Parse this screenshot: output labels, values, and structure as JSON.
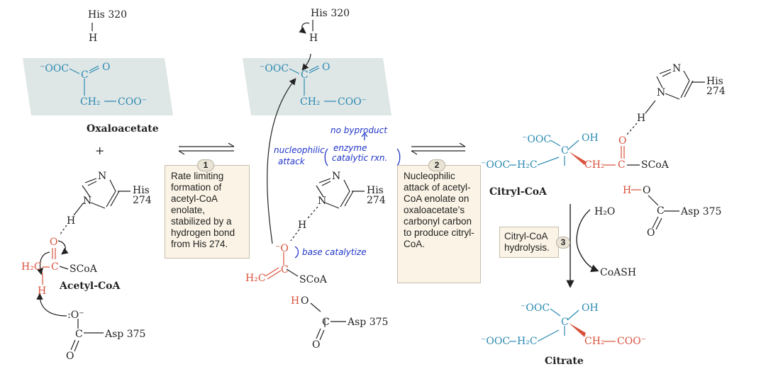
{
  "colors": {
    "blue": "#2a8ab0",
    "red": "#d9503a",
    "handwriting": "#1f35c8",
    "plane": "#dfe6e6",
    "box": "#fbf4e6"
  },
  "his320": {
    "label": "His 320",
    "h": "H"
  },
  "oxaloacetate": {
    "left": {
      "name": "Oxaloacetate",
      "ooc": "⁻OOC",
      "c": "C",
      "o": "O",
      "ch2": "CH₂",
      "coo": "COO⁻"
    },
    "mid": {
      "ooc": "⁻OOC",
      "c": "C",
      "o": "O",
      "ch2": "CH₂",
      "coo": "COO⁻"
    }
  },
  "plus": "+",
  "his274": {
    "n": "N",
    "his": "His",
    "num": "274",
    "h": "H"
  },
  "acetyl_coa": {
    "name": "Acetyl-CoA",
    "o": "O",
    "h2c": "H₂C",
    "c": "C",
    "h": "H",
    "scoa": "SCoA"
  },
  "asp375": {
    "o_minus": ":O⁻",
    "c": "C",
    "asp": "Asp 375",
    "o": "O",
    "h": "H"
  },
  "step1": {
    "number": "1",
    "text": "Rate limiting formation of acetyl-CoA enolate, stabilized by a hydrogen bond from His 274."
  },
  "step2": {
    "number": "2",
    "text": "Nucleophilic attack of acetyl-CoA enolate on oxaloacetate’s carbonyl carbon to produce citryl-CoA."
  },
  "step3": {
    "number": "3",
    "text": "Citryl-CoA hydrolysis."
  },
  "enolate": {
    "o_minus": "⁻O",
    "h2c": "H₂C",
    "c": "C",
    "scoa": "SCoA"
  },
  "handwritten": {
    "nucleophilic": "nucleophilic",
    "attack": "attack",
    "no_byproduct": "no byproduct",
    "enzyme": "enzyme",
    "catalytic": "catalytic rxn.",
    "base": "base catalytize"
  },
  "citryl_coa": {
    "name": "Citryl-CoA",
    "ooc": "⁻OOC",
    "oh": "OH",
    "c": "C",
    "ooc2": "⁻OOC",
    "h2c": "H₂C",
    "ch2": "CH₂",
    "c2": "C",
    "o": "O",
    "scoa": "SCoA"
  },
  "hydrolysis": {
    "h2o": "H₂O",
    "coash": "CoASH"
  },
  "citrate": {
    "name": "Citrate",
    "ooc": "⁻OOC",
    "oh": "OH",
    "c": "C",
    "ooc2": "⁻OOC",
    "h2c": "H₂C",
    "ch2": "CH₂",
    "coo": "COO⁻"
  }
}
